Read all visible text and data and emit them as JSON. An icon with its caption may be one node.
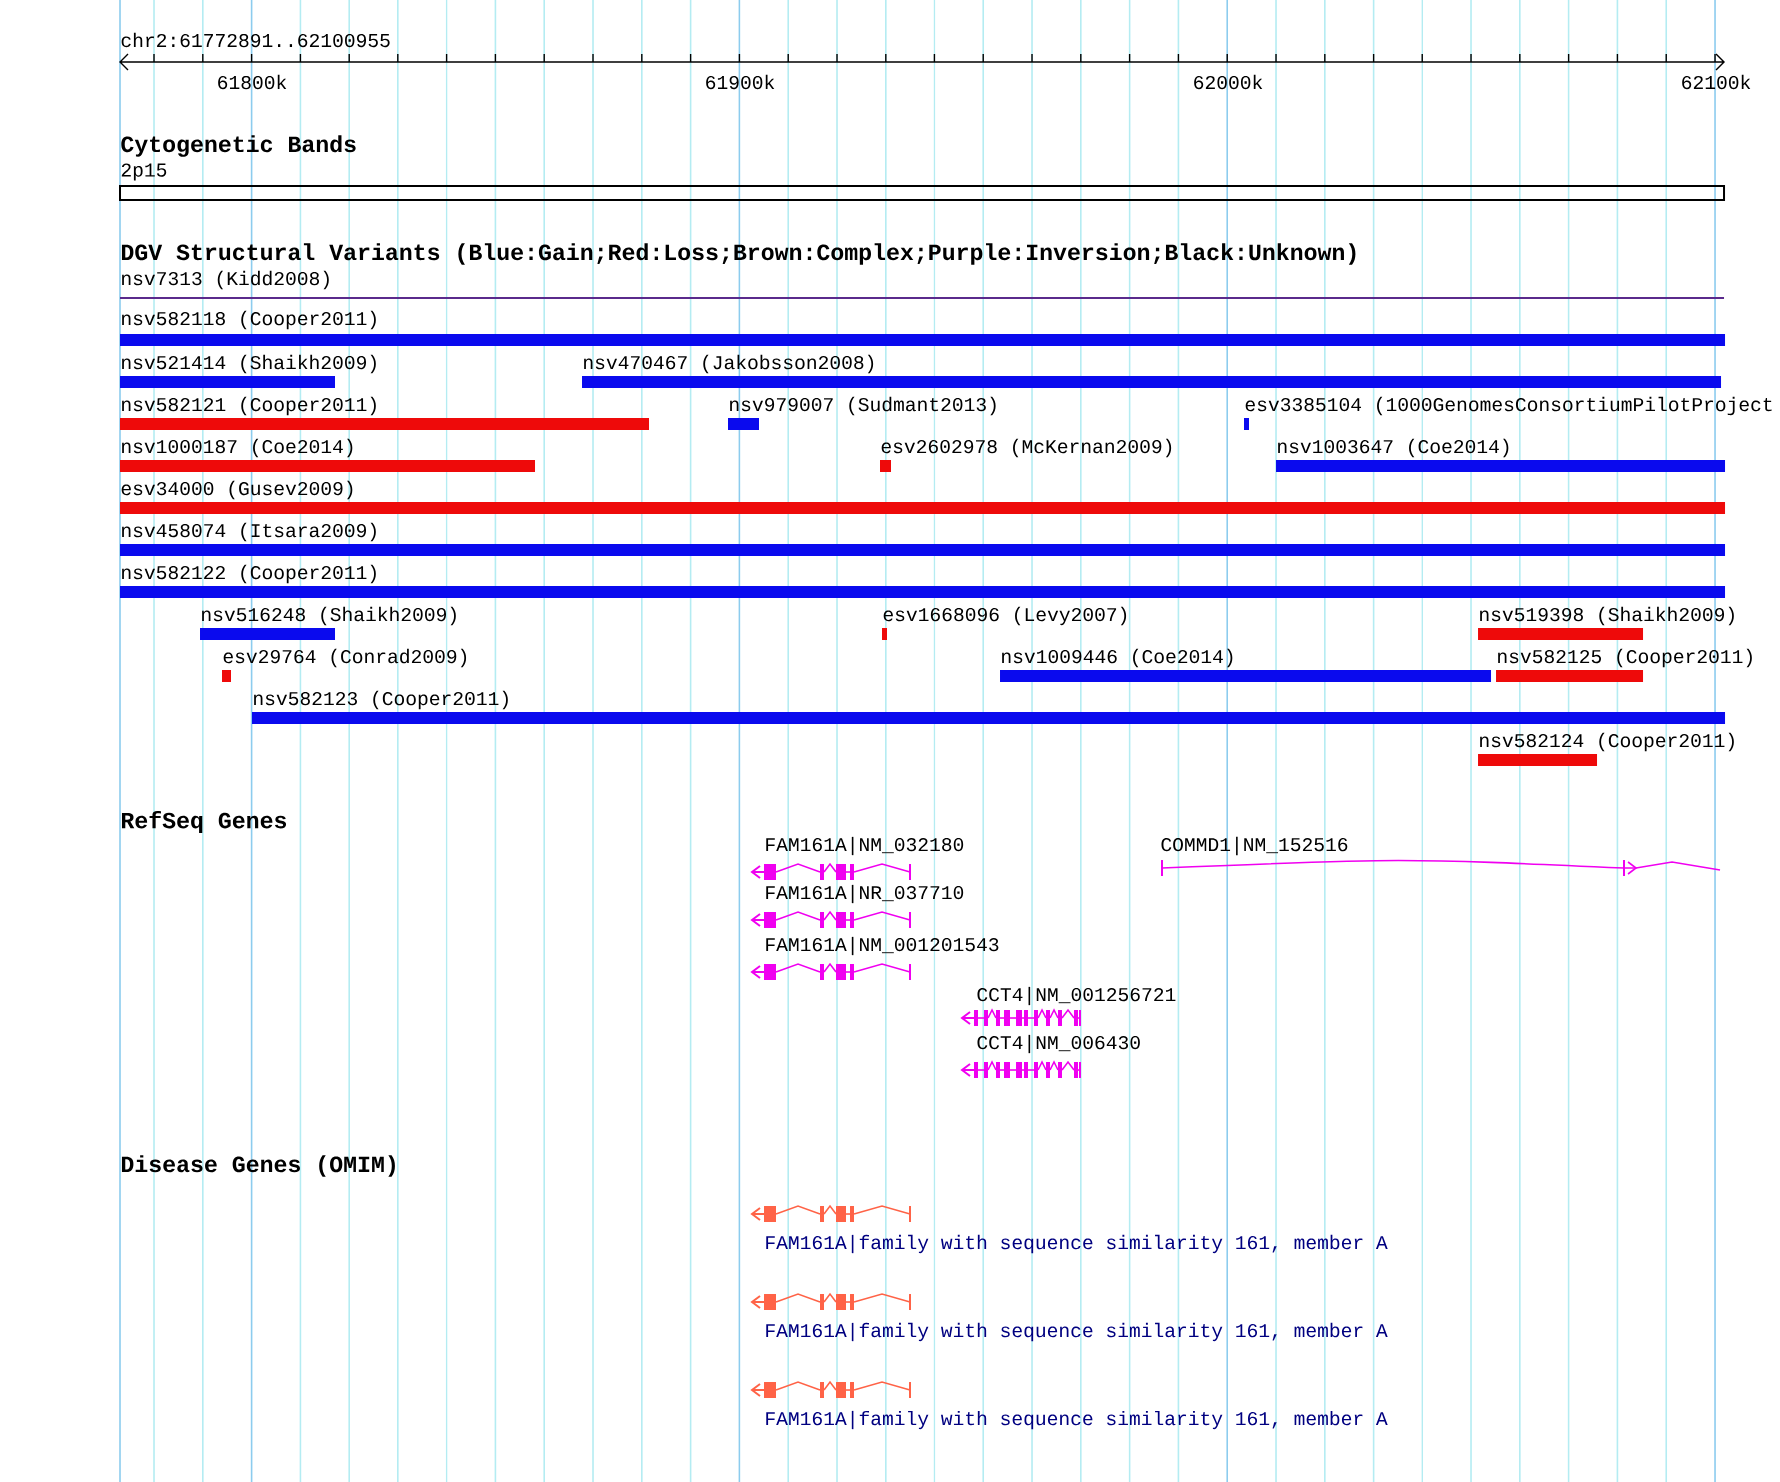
{
  "diagram": {
    "nodes": [
      {
        "text": [
          "2p15"
        ]
      },
      {
        "text": [
          "nsv7313 (Kidd2008)"
        ]
      },
      {
        "text": [
          "nsv582118 (Cooper2011)"
        ]
      },
      {
        "text": [
          "nsv521414 (Shaikh2009)"
        ]
      },
      {
        "text": [
          "nsv470467 (Jakobsson2008)"
        ]
      },
      {
        "text": [
          "nsv582121 (Cooper2011)"
        ]
      },
      {
        "text": [
          "nsv979007 (Sudmant2013)"
        ]
      },
      {
        "text": [
          "esv3385104 (1000GenomesConsortiumPilotProject"
        ]
      },
      {
        "text": [
          "nsv1000187 (Coe2014)"
        ]
      },
      {
        "text": [
          "esv2602978 (McKernan2009)"
        ]
      },
      {
        "text": [
          "nsv1003647 (Coe2014)"
        ]
      },
      {
        "text": [
          "esv34000 (Gusev2009)"
        ]
      },
      {
        "text": [
          "nsv458074 (Itsara2009)"
        ]
      },
      {
        "text": [
          "nsv582122 (Cooper2011)"
        ]
      },
      {
        "text": [
          "nsv516248 (Shaikh2009)"
        ]
      },
      {
        "text": [
          "esv1668096 (Levy2007)"
        ]
      },
      {
        "text": [
          "nsv519398 (Shaikh2009)"
        ]
      },
      {
        "text": [
          "esv29764 (Conrad2009)"
        ]
      },
      {
        "text": [
          "nsv1009446 (Coe2014)"
        ]
      },
      {
        "text": [
          "nsv582125 (Cooper2011)"
        ]
      },
      {
        "text": [
          "nsv582123 (Cooper2011)"
        ]
      },
      {
        "text": [
          "nsv582124 (Cooper2011)"
        ]
      },
      {
        "text": [
          "FAM161A|NM_032180"
        ]
      },
      {
        "text": [
          "COMMD1|NM_152516"
        ]
      },
      {
        "text": [
          "FAM161A|NR_037710"
        ]
      },
      {
        "text": [
          "FAM161A|NM_001201543"
        ]
      },
      {
        "text": [
          "CCT4|NM_001256721"
        ]
      },
      {
        "text": [
          "CCT4|NM_006430"
        ]
      },
      {
        "text": [
          "FAM161A|family with sequence similarity 161, member A"
        ]
      },
      {
        "text": [
          "FAM161A|family with sequence similarity 161, member A"
        ]
      },
      {
        "text": [
          "FAM161A|family with sequence similarity 161, member A"
        ]
      }
    ],
    "labels": [
      "chr2:61772891..62100955",
      "61800k",
      "61900k",
      "62000k",
      "62100k",
      "Cytogenetic Bands",
      "DGV Structural Variants (Blue:Gain;Red:Loss;Brown:Complex;Purple:Inversion;Black:Unknown)",
      "RefSeq Genes",
      "Disease Genes (OMIM)"
    ]
  }
}
